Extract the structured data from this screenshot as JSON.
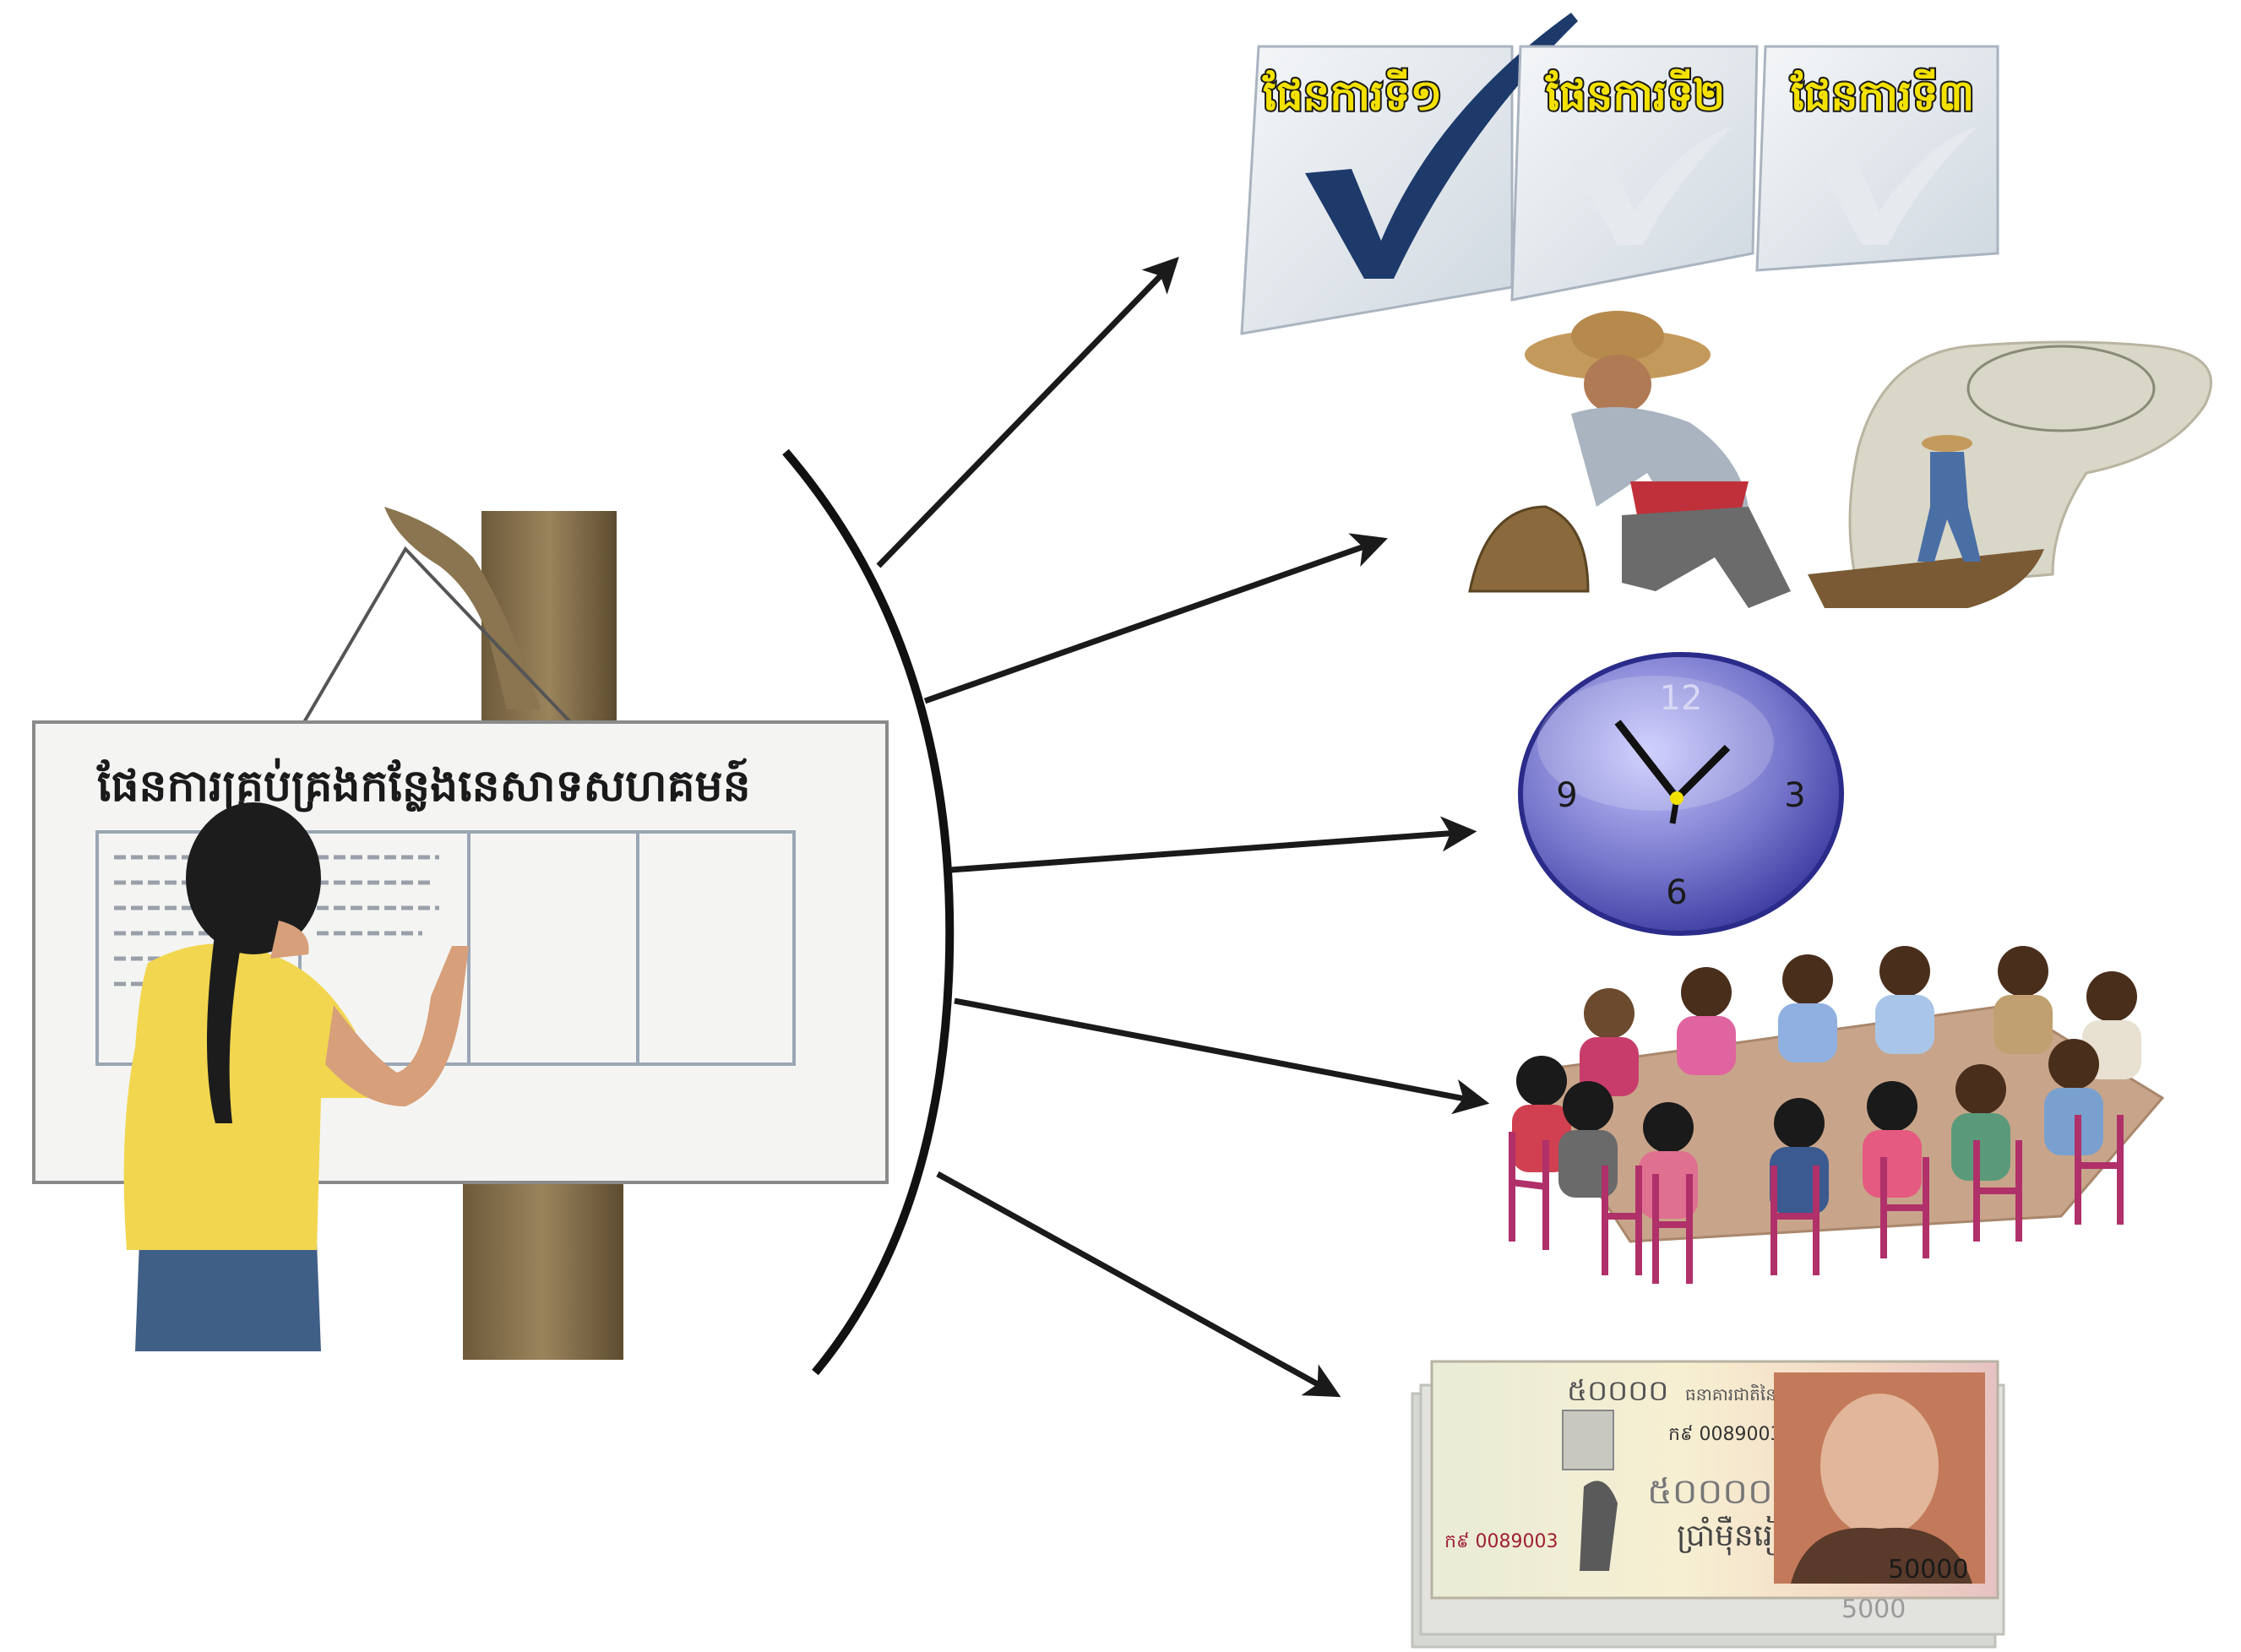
{
  "board": {
    "title": "ផែនការគ្រប់គ្រងកន្លែងនេសាទសហគមន៍"
  },
  "plans": [
    {
      "label": "ផែនការទី១",
      "checked": true
    },
    {
      "label": "ផែនការទី២",
      "checked": false
    },
    {
      "label": "ផែនការទី៣",
      "checked": false
    }
  ],
  "clock": {
    "n12": "12",
    "n3": "3",
    "n6": "6",
    "n9": "9"
  },
  "banknote": {
    "denomination_top": "៥០០០០",
    "denomination_mid": "៥០០០០",
    "denomination_bottom": "50000",
    "serial": "ក៩ 0089003",
    "text_mid": "ប្រាំម៉ឺនរៀល",
    "bank_name": "ធនាគារជាតិនៃកម្ពុជា",
    "under_stack": "5000"
  },
  "colors": {
    "arrow": "#1a1a1a",
    "plan_label_fill": "#f3e100",
    "check": "#1d3a6b",
    "clock_face": "#7777cc",
    "note_accent": "#b05a3a"
  }
}
